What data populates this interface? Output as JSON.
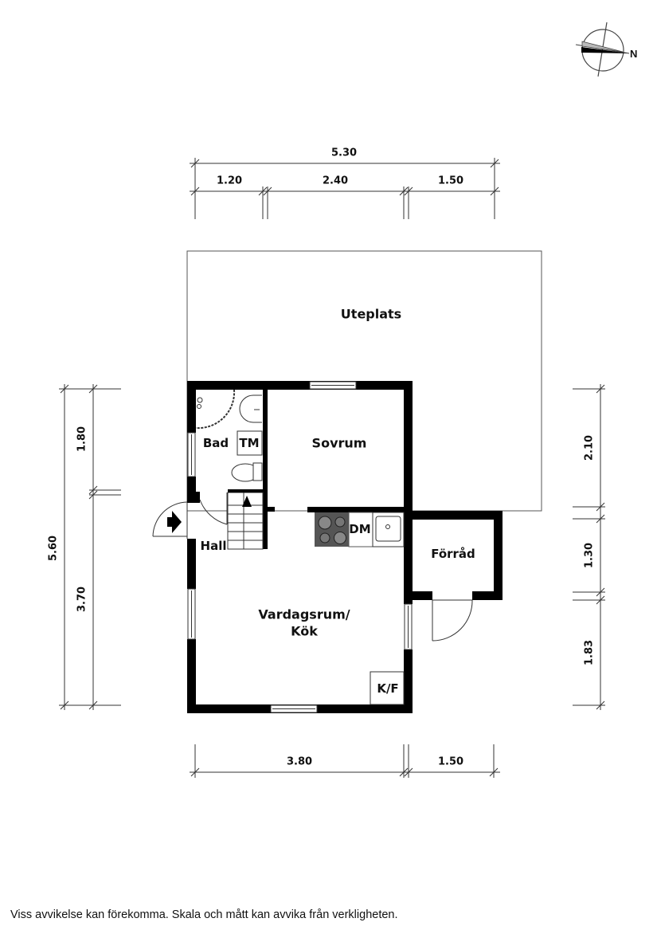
{
  "compass": {
    "north_label": "N",
    "icon": "north-arrow-icon"
  },
  "rooms": {
    "uteplats": "Uteplats",
    "bad": "Bad",
    "tm": "TM",
    "sovrum": "Sovrum",
    "hall": "Hall",
    "dm": "DM",
    "forrad": "Förråd",
    "vardagsrum_line1": "Vardagsrum/",
    "vardagsrum_line2": "Kök",
    "kf": "K/F"
  },
  "dimensions": {
    "top_total": "5.30",
    "top_segments": [
      "1.20",
      "2.40",
      "1.50"
    ],
    "bottom_segments": [
      "3.80",
      "1.50"
    ],
    "left_total": "5.60",
    "left_segments": [
      "1.80",
      "3.70"
    ],
    "right_segments": [
      "2.10",
      "1.30",
      "1.83"
    ]
  },
  "colors": {
    "wall": "#000000",
    "line": "#333333",
    "stove": "#555555"
  },
  "footer": {
    "disclaimer": "Viss avvikelse kan förekomma. Skala och mått kan avvika från verkligheten."
  }
}
